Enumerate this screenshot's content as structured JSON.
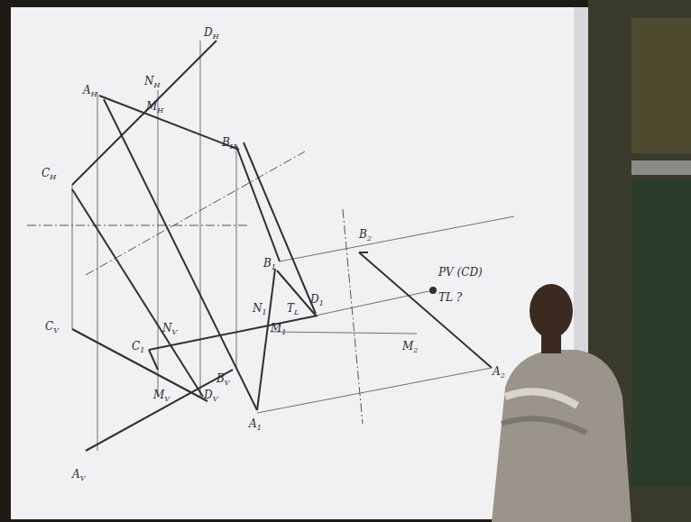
{
  "diagram": {
    "labels": [
      "AH",
      "NH",
      "DH",
      "MH",
      "BH",
      "CH",
      "CV",
      "C1",
      "NV",
      "MV",
      "DV",
      "AV",
      "BV",
      "B1",
      "N1",
      "M1",
      "D1",
      "A1",
      "TL",
      "B2",
      "PV (CD)",
      "TL ?",
      "M2",
      "A2"
    ]
  }
}
